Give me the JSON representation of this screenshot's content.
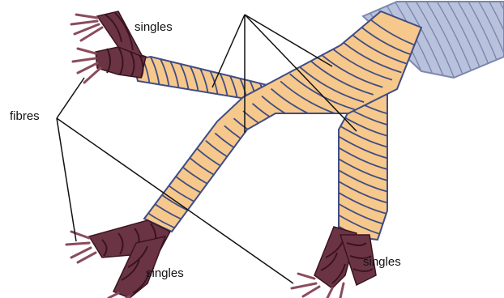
{
  "labels": {
    "singles_top": "singles",
    "singles_bottom_left": "singles",
    "singles_bottom_right": "singles",
    "fibres": "fibres"
  },
  "colors": {
    "strand_fill": "#f6c88c",
    "strand_line": "#3f4d84",
    "singles_fill": "#6b3445",
    "singles_line": "#3a1420",
    "fibre_fill": "#8a4c5e",
    "rope_top_fill": "#b9c2dc",
    "rope_top_line": "#7c87ad",
    "leader_line": "#111111"
  }
}
